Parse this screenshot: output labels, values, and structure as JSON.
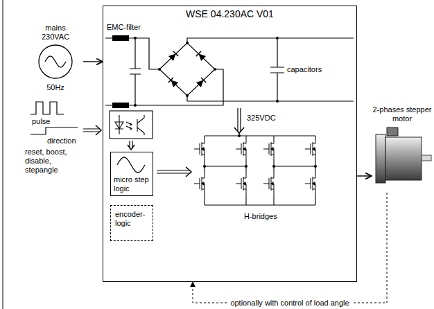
{
  "diagram": {
    "nodes": [
      {
        "text": [
          "mains 230VAC",
          "50Hz"
        ]
      },
      {
        "text": [
          "WSE 04.230AC V01"
        ]
      },
      {
        "text": [
          "micro step logic"
        ],
        "in": 1
      },
      {
        "text": [
          "encoder- logic"
        ],
        "in": 1
      },
      {
        "text": [
          "2-phases stepper motor"
        ]
      }
    ],
    "edges": [
      {
        "from": 0,
        "to": 1,
        "arrow": "to"
      },
      {
        "from": 1,
        "to": 4,
        "arrow": "to"
      },
      {
        "from": 4,
        "to": 1,
        "arrow": "to",
        "label": "optionally with control of load angle"
      }
    ],
    "labels": [
      "EMC-filter",
      "capacitors",
      "325VDC",
      "pulse",
      "direction",
      "reset, boost, disable, stepangle",
      "H-bridges"
    ]
  }
}
